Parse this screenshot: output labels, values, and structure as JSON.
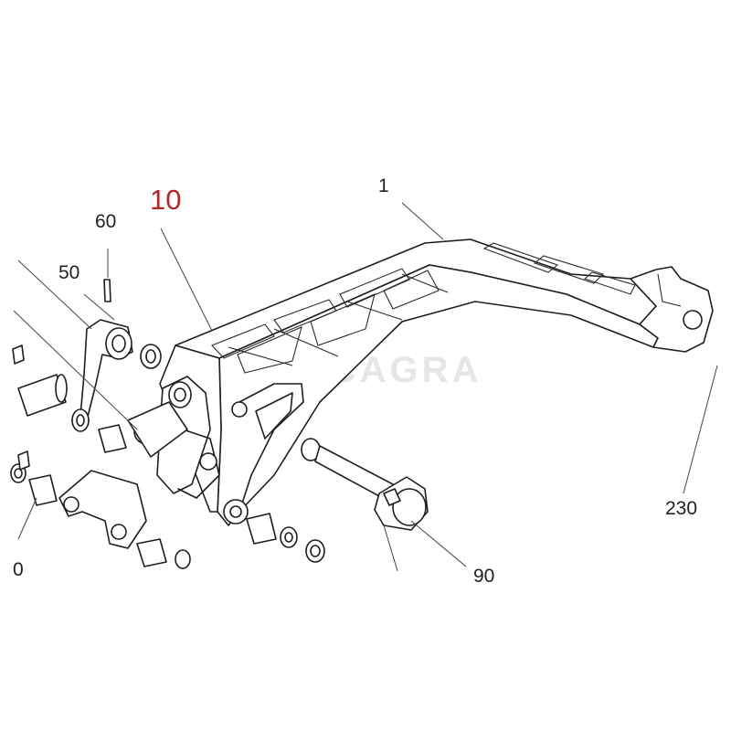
{
  "diagram": {
    "watermark": "ECAGRA",
    "highlight_label": "10",
    "callouts": [
      {
        "id": "1",
        "text": "1"
      },
      {
        "id": "60",
        "text": "60"
      },
      {
        "id": "50",
        "text": "50"
      },
      {
        "id": "230",
        "text": "230"
      },
      {
        "id": "0-partial",
        "text": "0"
      },
      {
        "id": "90-partial",
        "text": "90"
      }
    ]
  }
}
